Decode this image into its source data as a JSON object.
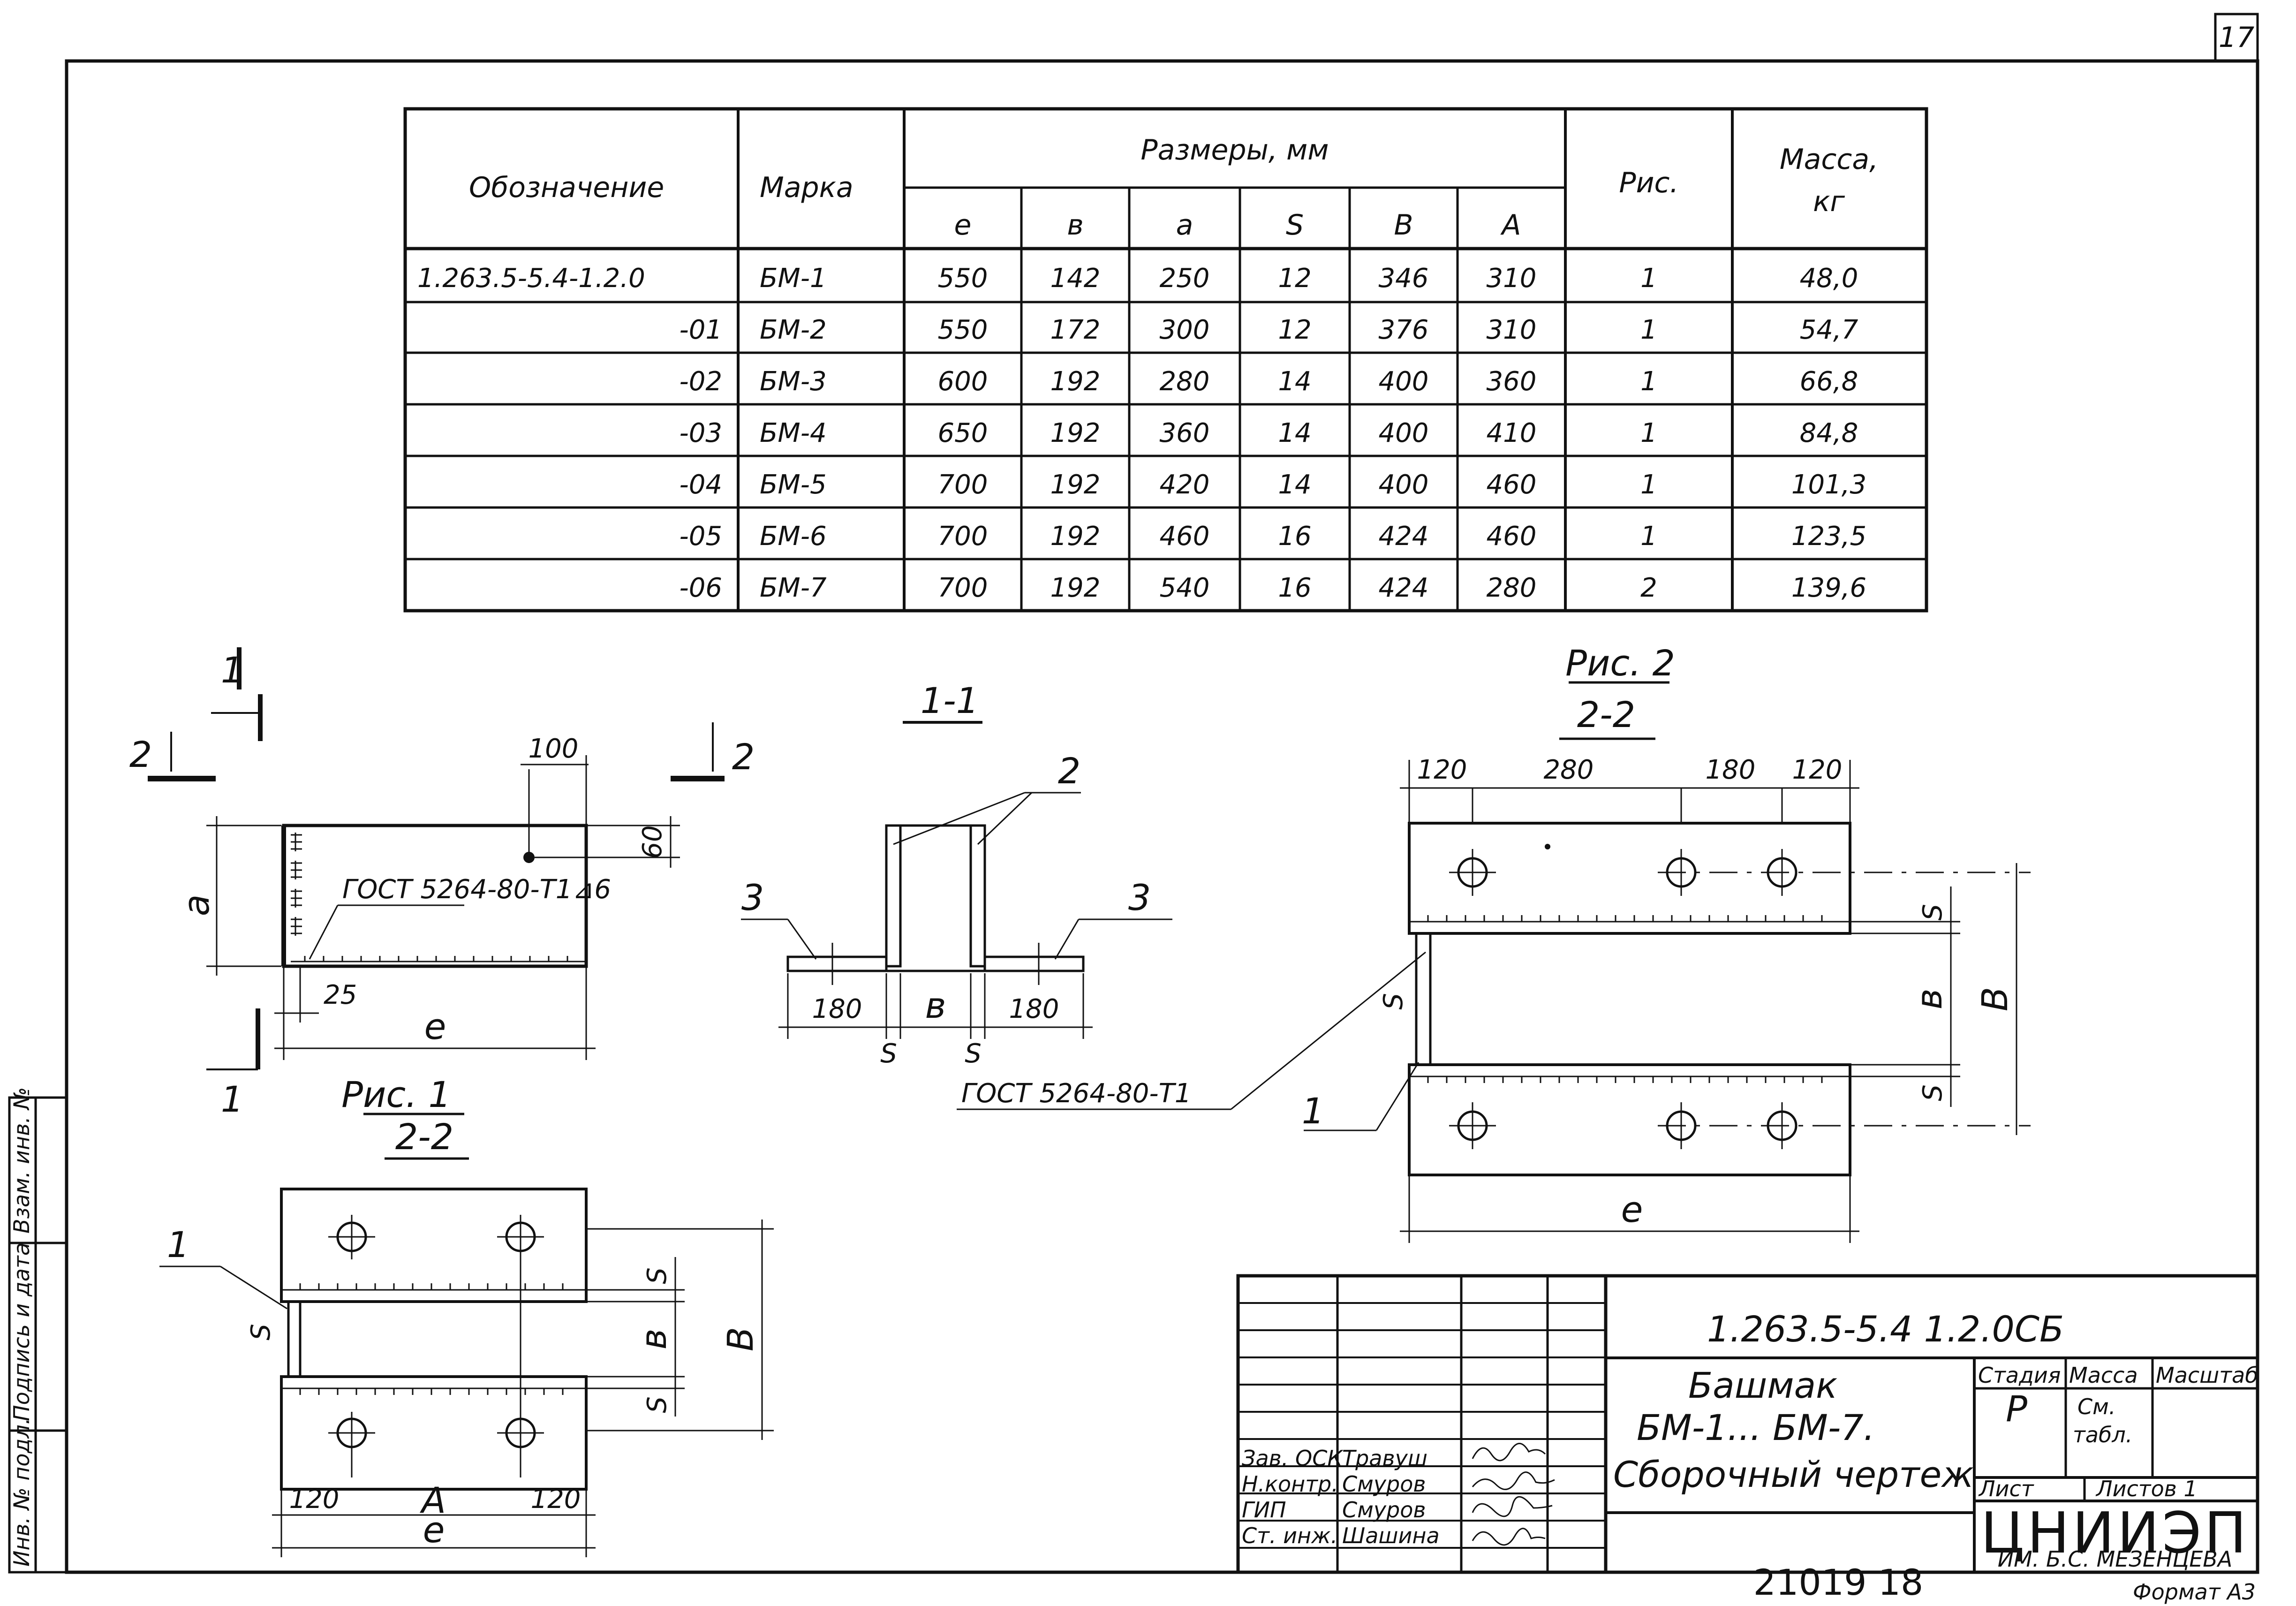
{
  "sheet_number": "17",
  "table": {
    "header_designation": "Обозначение",
    "header_mark": "Марка",
    "header_dimensions": "Размеры, мм",
    "dim_columns": [
      "e",
      "в",
      "а",
      "S",
      "B",
      "A"
    ],
    "header_fig": "Рис.",
    "header_mass_1": "Масса,",
    "header_mass_2": "кг",
    "rows": [
      {
        "designation": "1.263.5-5.4-1.2.0",
        "mark": "БМ-1",
        "e": "550",
        "b": "142",
        "a": "250",
        "s": "12",
        "B": "346",
        "A": "310",
        "fig": "1",
        "mass": "48,0"
      },
      {
        "designation": "-01",
        "mark": "БМ-2",
        "e": "550",
        "b": "172",
        "a": "300",
        "s": "12",
        "B": "376",
        "A": "310",
        "fig": "1",
        "mass": "54,7"
      },
      {
        "designation": "-02",
        "mark": "БМ-3",
        "e": "600",
        "b": "192",
        "a": "280",
        "s": "14",
        "B": "400",
        "A": "360",
        "fig": "1",
        "mass": "66,8"
      },
      {
        "designation": "-03",
        "mark": "БМ-4",
        "e": "650",
        "b": "192",
        "a": "360",
        "s": "14",
        "B": "400",
        "A": "410",
        "fig": "1",
        "mass": "84,8"
      },
      {
        "designation": "-04",
        "mark": "БМ-5",
        "e": "700",
        "b": "192",
        "a": "420",
        "s": "14",
        "B": "400",
        "A": "460",
        "fig": "1",
        "mass": "101,3"
      },
      {
        "designation": "-05",
        "mark": "БМ-6",
        "e": "700",
        "b": "192",
        "a": "460",
        "s": "16",
        "B": "424",
        "A": "460",
        "fig": "1",
        "mass": "123,5"
      },
      {
        "designation": "-06",
        "mark": "БМ-7",
        "e": "700",
        "b": "192",
        "a": "540",
        "s": "16",
        "B": "424",
        "A": "280",
        "fig": "2",
        "mass": "139,6"
      }
    ]
  },
  "drawings": {
    "side_view": {
      "section_mark_1": "1",
      "section_mark_2": "2",
      "dim_100": "100",
      "dim_60": "60",
      "dim_25": "25",
      "label_a": "а",
      "label_e": "e",
      "weld_note": "ГОСТ 5264-80-Т1⊿6"
    },
    "section_1_1": {
      "title": "1-1",
      "callout_2": "2",
      "callout_3a": "3",
      "callout_3b": "3",
      "dim_180a": "180",
      "dim_180b": "180",
      "dim_b": "в",
      "dim_s1": "S",
      "dim_s2": "S",
      "weld_note": "ГОСТ 5264-80-Т1"
    },
    "fig1_plan": {
      "fig_label": "Рис. 1",
      "section_label": "2-2",
      "callout_1": "1",
      "dim_s_left": "S",
      "dim_s_top": "S",
      "dim_b": "в",
      "dim_s_bottom": "S",
      "dim_B": "B",
      "dim_120a": "120",
      "dim_A": "A",
      "dim_120b": "120",
      "dim_e": "e"
    },
    "fig2_plan": {
      "fig_label": "Рис. 2",
      "section_label": "2-2",
      "dim_120a": "120",
      "dim_280": "280",
      "dim_180": "180",
      "dim_120b": "120",
      "dim_s_top": "S",
      "dim_b": "в",
      "dim_B": "B",
      "dim_s_bottom": "S",
      "dim_s_left": "S",
      "callout_1": "1",
      "dim_e": "e"
    }
  },
  "title_block": {
    "document_code": "1.263.5-5.4 1.2.0СБ",
    "title_line1": "Башмак",
    "title_line2": "БМ-1... БМ-7.",
    "title_line3": "Сборочный чертеж",
    "stage_header": "Стадия",
    "mass_header": "Масса",
    "scale_header": "Масштаб",
    "stage_value": "Р",
    "mass_value_1": "См.",
    "mass_value_2": "табл.",
    "sheet_label": "Лист",
    "sheets_label": "Листов 1",
    "org_name": "ЦНИИЭП",
    "org_sub": "ИМ. Б.С. МЕЗЕНЦЕВА",
    "roles": [
      {
        "role": "Зав. ОСК",
        "name": "Травуш"
      },
      {
        "role": "Н.контр.",
        "name": "Смуров"
      },
      {
        "role": "ГИП",
        "name": "Смуров"
      },
      {
        "role": "Ст. инж.",
        "name": "Шашина"
      }
    ]
  },
  "side_strip": {
    "cell1": "Инв. № подл.",
    "cell2": "Подпись и дата",
    "cell3": "Взам. инв. №"
  },
  "footer": {
    "number": "21019 18",
    "format": "Формат А3"
  }
}
